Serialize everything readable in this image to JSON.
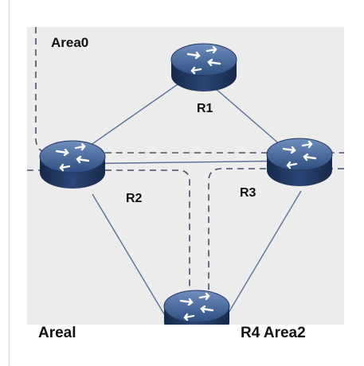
{
  "diagram": {
    "area_labels": {
      "area0": "Area0",
      "area1": "Areal",
      "area2": "Area2"
    },
    "routers": [
      {
        "name": "R1",
        "label": "R1"
      },
      {
        "name": "R2",
        "label": "R2"
      },
      {
        "name": "R3",
        "label": "R3"
      },
      {
        "name": "R4",
        "label": "R4"
      }
    ],
    "links": [
      [
        "R1",
        "R2"
      ],
      [
        "R1",
        "R3"
      ],
      [
        "R2",
        "R3"
      ],
      [
        "R2",
        "R4"
      ],
      [
        "R3",
        "R4"
      ]
    ],
    "colors": {
      "background": "#ececec",
      "link": "#5b7196",
      "boundary": "#445066",
      "router_top": "#3a5686",
      "router_side": "#1e3257"
    }
  },
  "bottom_labels": {
    "left": "Areal",
    "right": "R4 Area2"
  }
}
